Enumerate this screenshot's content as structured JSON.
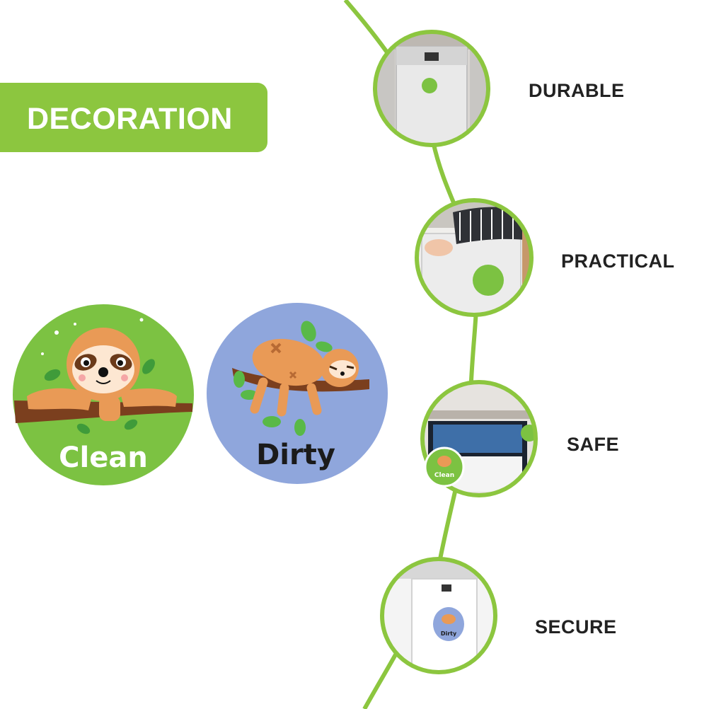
{
  "banner": {
    "title": "DECORATION"
  },
  "colors": {
    "accent": "#8cc63f",
    "clean_bg": "#7cc242",
    "dirty_bg": "#8fa6dc",
    "sloth": "#e99a56"
  },
  "magnets": [
    {
      "label": "Clean"
    },
    {
      "label": "Dirty"
    }
  ],
  "features": [
    {
      "label": "DURABLE"
    },
    {
      "label": "PRACTICAL"
    },
    {
      "label": "SAFE"
    },
    {
      "label": "SECURE"
    }
  ]
}
